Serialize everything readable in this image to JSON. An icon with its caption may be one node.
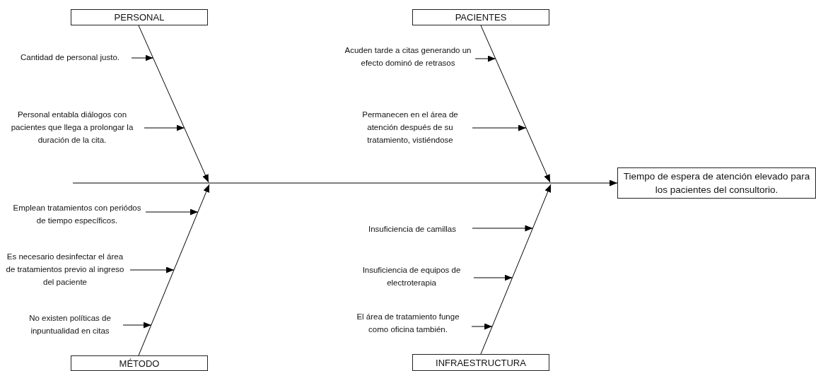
{
  "diagram": {
    "nodes": [
      {
        "text": [
          "PERSONAL"
        ]
      },
      {
        "text": [
          "Cantidad de personal justo."
        ]
      },
      {
        "text": [
          "Personal entabla diálogos con pacientes que llega a prolongar la duración de la cita."
        ]
      },
      {
        "text": [
          "PACIENTES"
        ]
      },
      {
        "text": [
          "Acuden tarde a citas generando un efecto dominó de retrasos"
        ]
      },
      {
        "text": [
          "Permanecen en el área de atención después de su tratamiento, vistiéndose"
        ]
      },
      {
        "text": [
          "Tiempo de espera de atención elevado para los pacientes del consultorio."
        ]
      },
      {
        "text": [
          "Emplean tratamientos con periódos de tiempo específicos."
        ]
      },
      {
        "text": [
          "Es necesario desinfectar el área de tratamientos previo al ingreso del paciente"
        ]
      },
      {
        "text": [
          "No existen políticas de inpuntualidad en citas"
        ]
      },
      {
        "text": [
          "Insuficiencia de camillas"
        ]
      },
      {
        "text": [
          "Insuficiencia de equipos de electroterapia"
        ]
      },
      {
        "text": [
          "El área de tratamiento funge como oficina también."
        ]
      },
      {
        "text": [
          "MÉTODO"
        ]
      },
      {
        "text": [
          "INFRAESTRUCTURA"
        ]
      }
    ],
    "edges": [
      {
        "from": null,
        "to": 6,
        "arrow": "to"
      },
      {
        "from": 0,
        "to": null,
        "arrow": "to"
      },
      {
        "from": 3,
        "to": null,
        "arrow": "to"
      },
      {
        "from": 13,
        "to": null,
        "arrow": "to"
      },
      {
        "from": 14,
        "to": null,
        "arrow": "to"
      },
      {
        "from": 1,
        "to": null,
        "arrow": "to"
      },
      {
        "from": 2,
        "to": null,
        "arrow": "to"
      },
      {
        "from": 4,
        "to": null,
        "arrow": "to"
      },
      {
        "from": 5,
        "to": null,
        "arrow": "to"
      },
      {
        "from": 7,
        "to": null,
        "arrow": "to"
      },
      {
        "from": 8,
        "to": null,
        "arrow": "to"
      },
      {
        "from": 9,
        "to": null,
        "arrow": "to"
      },
      {
        "from": 10,
        "to": null,
        "arrow": "to"
      },
      {
        "from": 11,
        "to": null,
        "arrow": "to"
      },
      {
        "from": 12,
        "to": null,
        "arrow": "to"
      }
    ]
  }
}
